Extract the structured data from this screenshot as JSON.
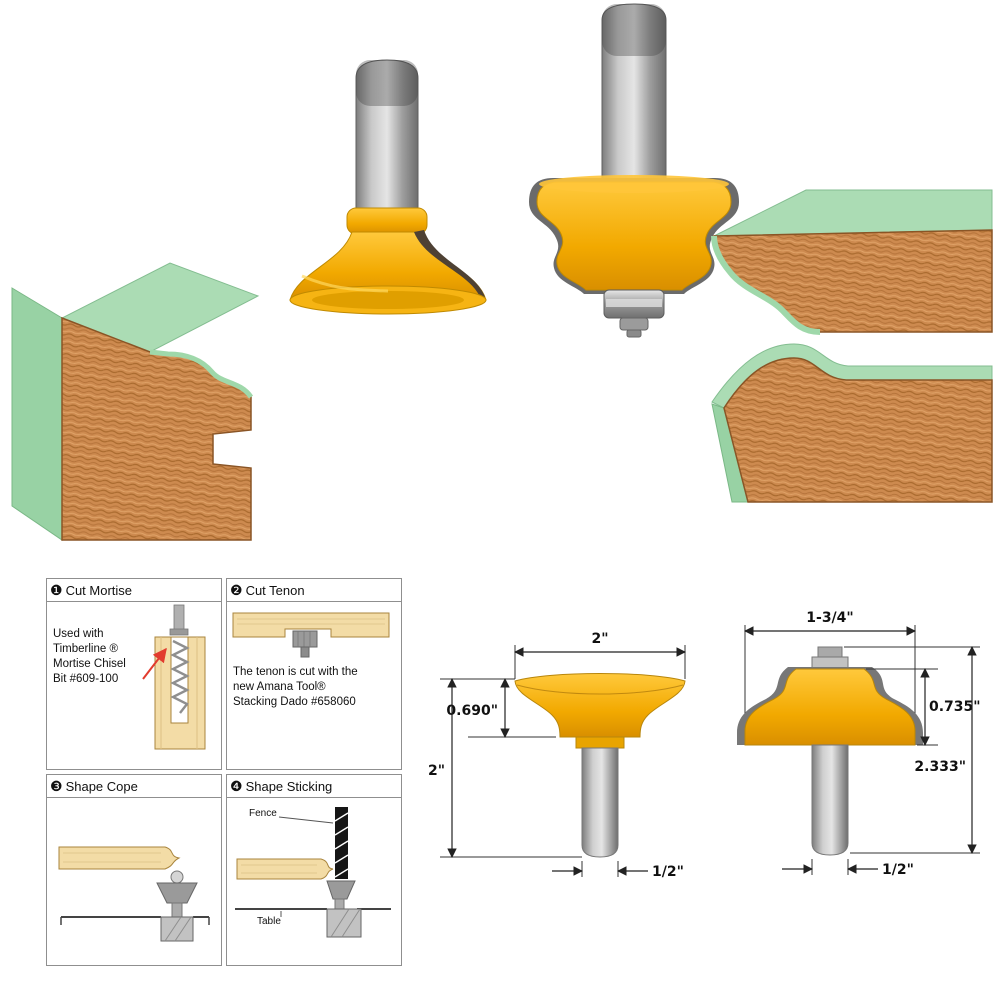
{
  "image": {
    "kind": "router-bit-product-graphic",
    "background": "#ffffff"
  },
  "colors": {
    "bit_yellow": "#f2a900",
    "shank_gray": "#a9a9a9",
    "wood_green": "#abdcb4",
    "wood_grain_orange": "#cd8a4f",
    "arrow_red": "#e23b2e",
    "dimension_text": "#111111"
  },
  "instructions": {
    "panels": [
      {
        "num": "❶",
        "title": "Cut Mortise",
        "note_lines": [
          "Used with",
          "Timberline ®",
          "Mortise Chisel",
          "Bit #609-100"
        ]
      },
      {
        "num": "❷",
        "title": "Cut Tenon",
        "note_lines": [
          "The tenon is cut with the",
          "new Amana Tool®",
          "Stacking Dado #658060"
        ]
      },
      {
        "num": "❸",
        "title": "Shape Cope"
      },
      {
        "num": "❹",
        "title": "Shape Sticking",
        "fence_label": "Fence",
        "table_label": "Table"
      }
    ]
  },
  "dimensions": {
    "bit_a": {
      "top_width": "2\"",
      "cutter_height": "0.690\"",
      "overall_height": "2\"",
      "shank_dia": "1/2\""
    },
    "bit_b": {
      "top_width": "1-3/4\"",
      "cutter_height": "0.735\"",
      "overall_height": "2.333\"",
      "shank_dia": "1/2\""
    }
  }
}
